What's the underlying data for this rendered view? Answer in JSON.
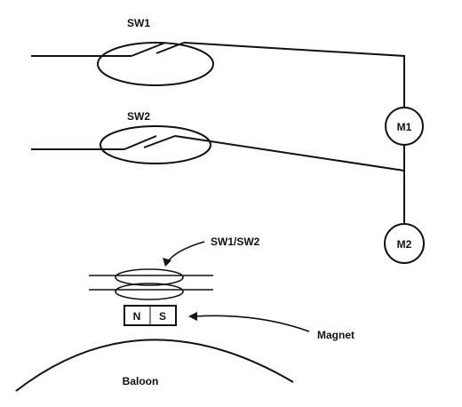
{
  "labels": {
    "sw1": "SW1",
    "sw2": "SW2",
    "m1": "M1",
    "m2": "M2",
    "sw1_sw2": "SW1/SW2",
    "north": "N",
    "south": "S",
    "magnet": "Magnet",
    "balloon": "Baloon"
  }
}
